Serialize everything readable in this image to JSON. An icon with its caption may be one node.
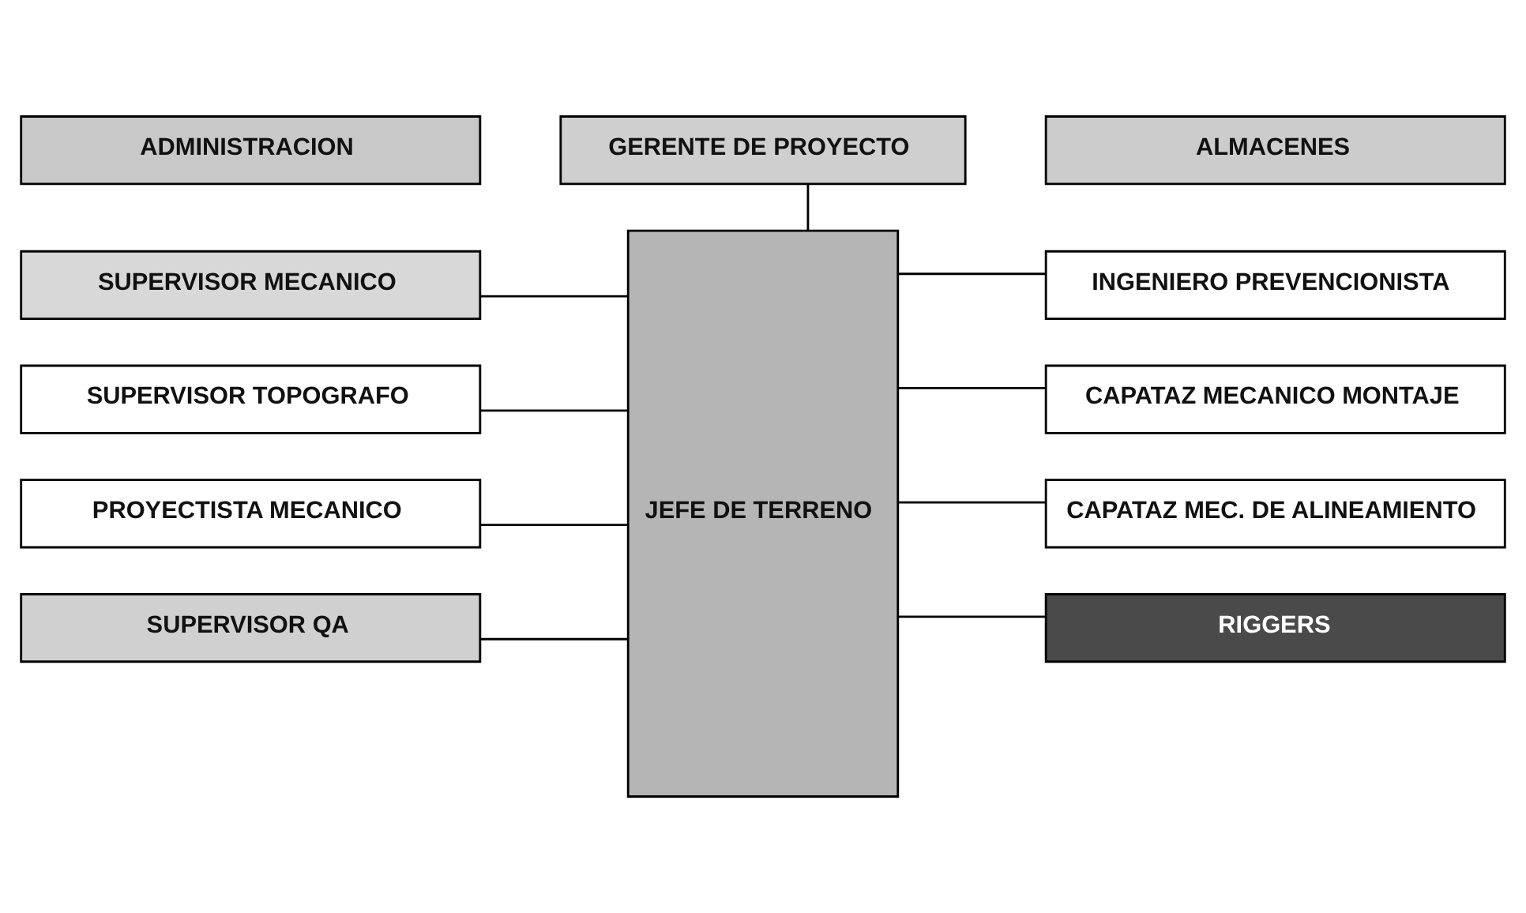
{
  "diagram": {
    "nodes": [
      {
        "text": [
          "GERENTE DE PROYECTO"
        ]
      },
      {
        "text": [
          "ADMINISTRACION"
        ]
      },
      {
        "text": [
          "ALMACENES"
        ]
      },
      {
        "text": [
          "JEFE DE TERRENO"
        ]
      },
      {
        "text": [
          "SUPERVISOR MECANICO"
        ]
      },
      {
        "text": [
          "INGENIERO PREVENCIONISTA"
        ]
      },
      {
        "text": [
          "SUPERVISOR TOPOGRAFO"
        ]
      },
      {
        "text": [
          "CAPATAZ MECANICO MONTAJE"
        ]
      },
      {
        "text": [
          "PROYECTISTA MECANICO"
        ]
      },
      {
        "text": [
          "CAPATAZ MEC. DE ALINEAMIENTO"
        ]
      },
      {
        "text": [
          "SUPERVISOR QA"
        ]
      },
      {
        "text": [
          "RIGGERS"
        ]
      }
    ],
    "edges": [
      {
        "from": 0,
        "to": 3,
        "arrow": "none"
      },
      {
        "from": 3,
        "to": 4,
        "arrow": "none"
      },
      {
        "from": 3,
        "to": 5,
        "arrow": "none"
      },
      {
        "from": 3,
        "to": 6,
        "arrow": "none"
      },
      {
        "from": 3,
        "to": 7,
        "arrow": "none"
      },
      {
        "from": 3,
        "to": 8,
        "arrow": "none"
      },
      {
        "from": 3,
        "to": 9,
        "arrow": "none"
      },
      {
        "from": 3,
        "to": 10,
        "arrow": "none"
      },
      {
        "from": 3,
        "to": 11,
        "arrow": "none"
      }
    ]
  }
}
